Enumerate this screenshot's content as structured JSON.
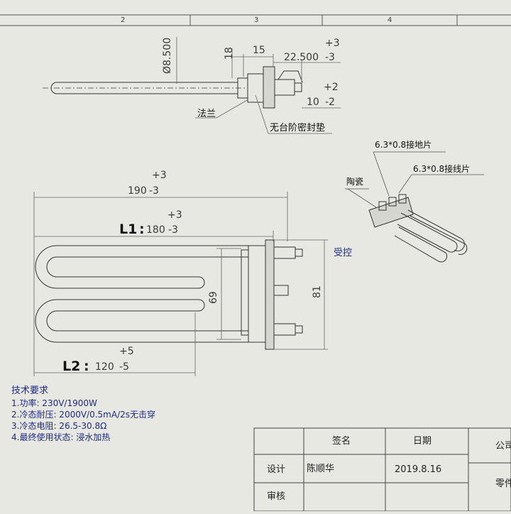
{
  "zones": [
    "2",
    "3",
    "4"
  ],
  "top_view": {
    "diameter": "Ø8.500",
    "dim_18": "18",
    "dim_15": "15",
    "dim_22_500": "22.500",
    "tol_plus3": "+3",
    "tol_minus3": "-3",
    "tol_plus2": "+2",
    "dim_10": "10",
    "tol_minus2": "-2",
    "callout_flange": "法兰",
    "callout_gasket": "无台阶密封垫"
  },
  "iso_view": {
    "callout_ground_tab": "6.3*0.8接地片",
    "callout_wire_tab": "6.3*0.8接线片",
    "callout_ceramic": "陶瓷"
  },
  "front_view": {
    "overall_tol": "+3",
    "overall_len": "190",
    "overall_minus": "-3",
    "l1_tol": "+3",
    "l1_label": "L1",
    "l1_colon": ":",
    "l1_value": "180",
    "l1_minus": "-3",
    "l2_tol": "+5",
    "l2_label": "L2",
    "l2_colon": ":",
    "l2_value": "120",
    "l2_minus": "-5",
    "dim_69": "69",
    "dim_81": "81",
    "controlled": "受控"
  },
  "tech_req": {
    "title": "技术要求",
    "items": [
      "1.功率: 230V/1900W",
      "2.冷态耐压: 2000V/0.5mA/2s无击穿",
      "3.冷态电阻: 26.5-30.8Ω",
      "4.最终使用状态: 浸水加热"
    ]
  },
  "title_block": {
    "col_sign": "签名",
    "col_date": "日期",
    "row_design": "设计",
    "designer": "陈顺华",
    "design_date": "2019.8.16",
    "row_review": "审核",
    "company": "公司",
    "part": "零件"
  }
}
